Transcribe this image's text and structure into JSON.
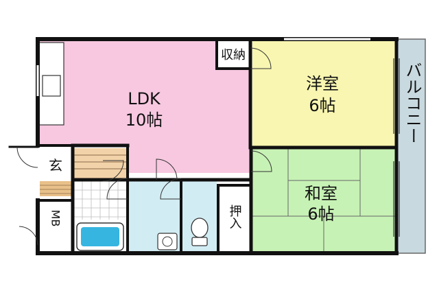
{
  "rooms": {
    "ldk": {
      "name": "LDK",
      "size": "10帖",
      "color": "#f7c8e0"
    },
    "western": {
      "name": "洋室",
      "size": "6帖",
      "color": "#f8f6b0"
    },
    "japanese": {
      "name": "和室",
      "size": "6帖",
      "color": "#c7f2b5"
    },
    "balcony": {
      "name": "バルコニー",
      "color": "#c8d9df"
    },
    "storage": {
      "name": "収納"
    },
    "closet": {
      "name": "押入"
    },
    "entrance": {
      "name": "玄"
    },
    "meter_box": {
      "name": "MB"
    }
  },
  "colors": {
    "wall": "#111111",
    "bath_floor": "#d2ecf3",
    "tub": "#36b5e0",
    "entrance_floor": "#e8c089",
    "stair": "#f2d2a8",
    "white": "#ffffff",
    "grid_line": "#b8b8b8"
  }
}
